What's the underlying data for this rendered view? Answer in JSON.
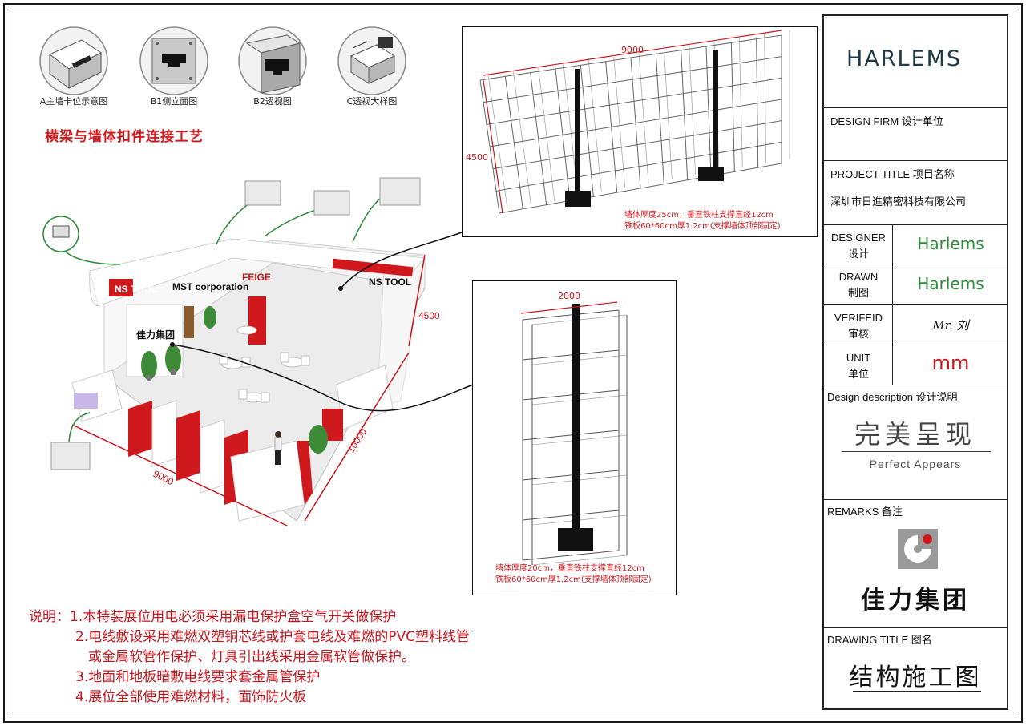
{
  "title_block": {
    "logo": "HARLEMS",
    "design_firm_label": "DESIGN FIRM  设计单位",
    "project_title_label": "PROJECT TITLE 项目名称",
    "project_title_value": "深圳市日進精密科技有限公司",
    "designer_label_en": "DESIGNER",
    "designer_label_cn": "设计",
    "designer_value": "Harlems",
    "drawn_label_en": "DRAWN",
    "drawn_label_cn": "制图",
    "drawn_value": "Harlems",
    "verified_label_en": "VERIFEID",
    "verified_label_cn": "审核",
    "verified_value": "Mr. 刘",
    "unit_label_en": "UNIT",
    "unit_label_cn": "单位",
    "unit_value": "mm",
    "design_desc_label": "Design description 设计说明",
    "design_desc_cn": "完美呈现",
    "design_desc_en": "Perfect Appears",
    "remarks_label": "REMARKS 备注",
    "remarks_company": "佳力集团",
    "drawing_title_label": "DRAWING TITLE 图名",
    "drawing_title_value": "结构施工图"
  },
  "joint": {
    "title": "横梁与墙体扣件连接工艺",
    "captions": [
      "A主墙卡位示意图",
      "B1侧立面图",
      "B2透视图",
      "C透视大样图"
    ]
  },
  "booth": {
    "dim_width": "9000",
    "dim_depth": "10000",
    "dim_height": "4500",
    "signs": [
      "NS TOOL",
      "MST corporation",
      "FEIGE",
      "NS TOOL",
      "佳力集团"
    ]
  },
  "wall_large": {
    "dim_top": "9000",
    "dim_left": "4500",
    "note_1": "墙体厚度25cm，垂直铁柱支撑直经12cm",
    "note_2": "铁板60*60cm厚1.2cm(支撑墙体顶部固定)"
  },
  "wall_small": {
    "dim_top": "2000",
    "note_1": "墙体厚度20cm，垂直铁柱支撑直经12cm",
    "note_2": "铁板60*60cm厚1.2cm(支撑墙体顶部固定)"
  },
  "notes": {
    "line1": "说明：1.本特装展位用电必须采用漏电保护盒空气开关做保护",
    "line2": "2.电线敷设采用难燃双塑铜芯线或护套电线及难燃的PVC塑料线管",
    "line3": "或金属软管作保护、灯具引出线采用金属软管做保护。",
    "line4": "3.地面和地板暗敷电线要求套金属管保护",
    "line5": "4.展位全部使用难燃材料，面饰防火板"
  },
  "colors": {
    "accent_red": "#d0191d",
    "green": "#2e8b3a",
    "logo_blue": "#1e3a44"
  }
}
